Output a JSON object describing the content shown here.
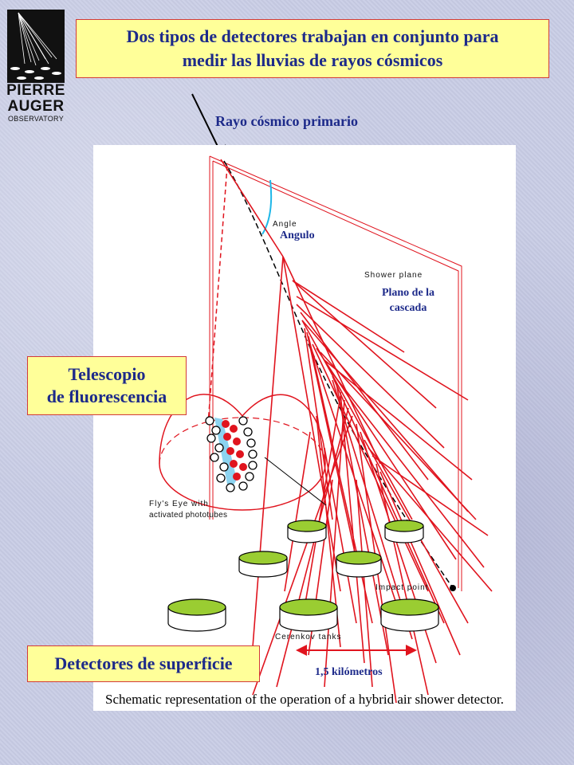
{
  "title": "Dos tipos de detectores trabajan en conjunto para medir las lluvias de rayos cósmicos",
  "title_lines": [
    "Dos tipos de detectores trabajan en conjunto para",
    "medir las lluvias de rayos cósmicos"
  ],
  "logo": {
    "word1": "PIERRE",
    "word2": "AUGER",
    "sub": "OBSERVATORY"
  },
  "primary_ray_label": "Rayo cósmico primario",
  "diagram": {
    "angle_en": "Angle",
    "angle_es": "Angulo",
    "shower_plane_en": "Shower plane",
    "shower_plane_es_line1": "Plano de la",
    "shower_plane_es_line2": "cascada",
    "flys_eye_line1": "Fly's Eye with",
    "flys_eye_line2": "activated phototubes",
    "impact_point": "Impact point",
    "cerenkov_tanks": "Cerenkov tanks",
    "distance": "1,5 kilómetros",
    "caption": "Schematic representation of the operation of a hybrid air shower detector."
  },
  "labels": {
    "telescope_line1": "Telescopio",
    "telescope_line2": "de fluorescencia",
    "surface": "Detectores de superficie"
  },
  "colors": {
    "title_bg": "#ffff99",
    "title_border": "#d23a3a",
    "title_text": "#1d2a8a",
    "shower_red": "#e0141e",
    "tank_green": "#9acd32",
    "angle_cyan": "#1fb7e8"
  }
}
